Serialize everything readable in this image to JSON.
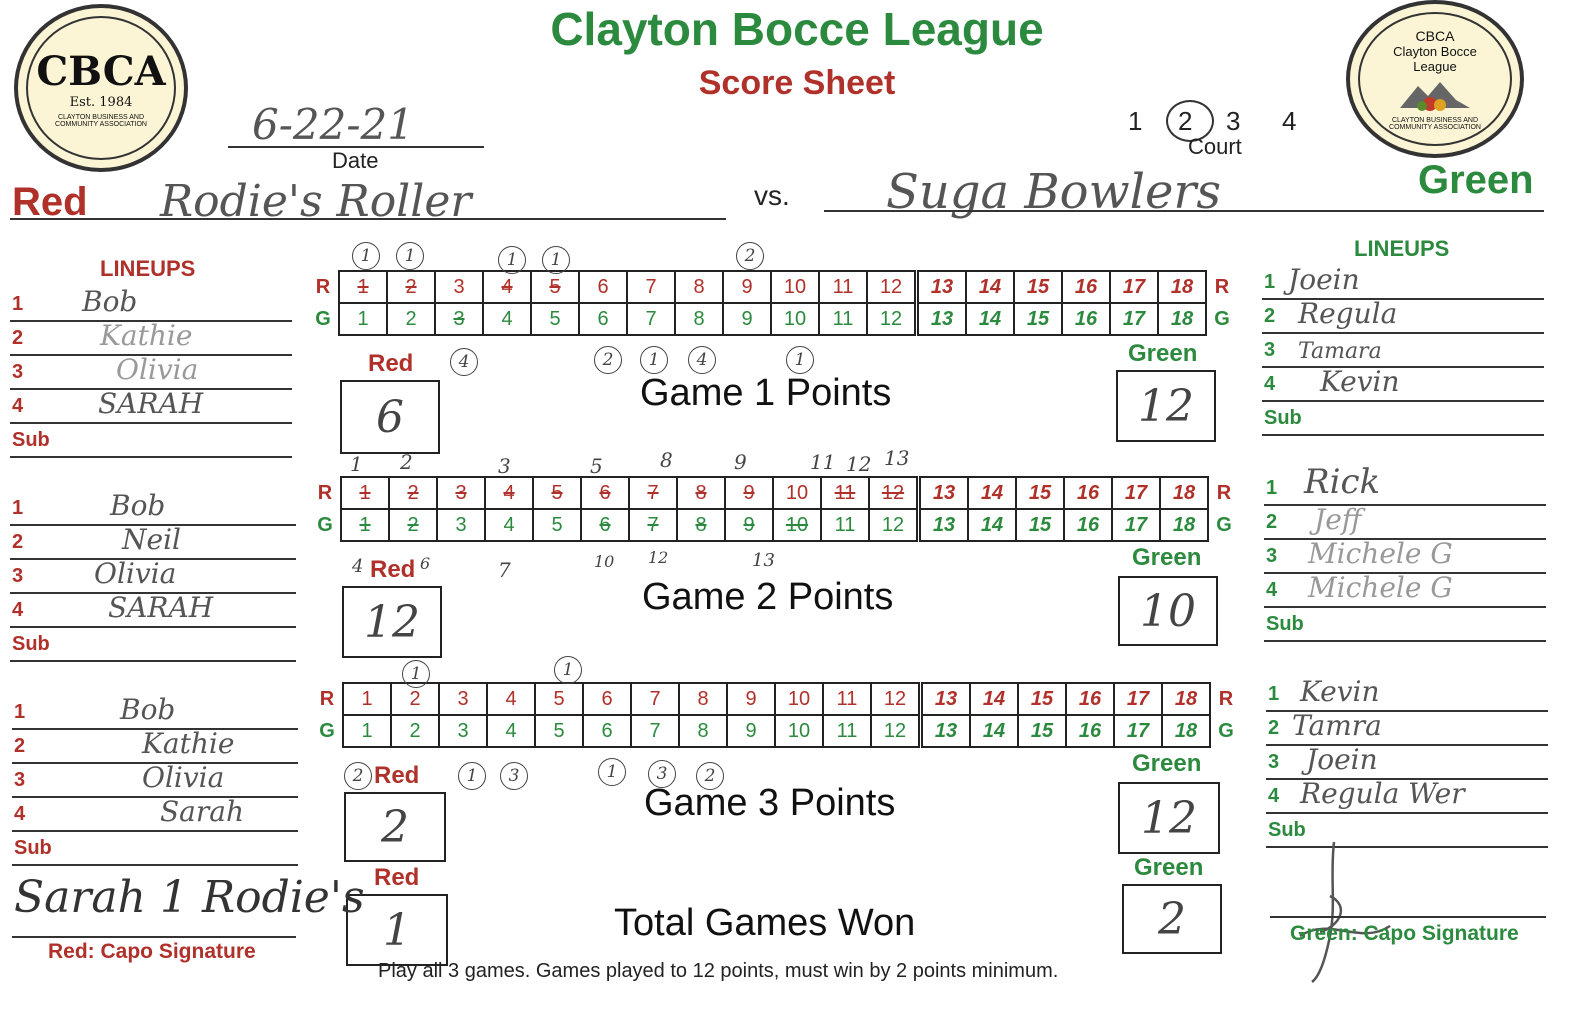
{
  "header": {
    "title": "Clayton Bocce League",
    "subtitle": "Score Sheet",
    "date_value": "6-22-21",
    "date_label": "Date",
    "court_options": [
      "1",
      "2",
      "3",
      "4"
    ],
    "court_selected": "2",
    "court_label": "Court"
  },
  "logo_left": {
    "name": "CBCA",
    "est": "Est. 1984",
    "ring_text": "CLAYTON BUSINESS AND COMMUNITY ASSOCIATION"
  },
  "logo_right": {
    "line1": "CBCA",
    "line2": "Clayton Bocce",
    "line3": "League",
    "ring_text": "CLAYTON BUSINESS AND COMMUNITY ASSOCIATION"
  },
  "teams": {
    "red_label": "Red",
    "red_name": "Rodie's Roller",
    "vs": "vs.",
    "green_label": "Green",
    "green_name": "Suga Bowlers"
  },
  "lineups_label": "LINEUPS",
  "row_labels": {
    "r": "R",
    "g": "G"
  },
  "numbers": [
    "1",
    "2",
    "3",
    "4",
    "5",
    "6",
    "7",
    "8",
    "9",
    "10",
    "11",
    "12",
    "13",
    "14",
    "15",
    "16",
    "17",
    "18"
  ],
  "games": [
    {
      "label": "Game 1 Points",
      "red_lineup": [
        {
          "num": "1",
          "name": "Bob"
        },
        {
          "num": "2",
          "name": "Kathie"
        },
        {
          "num": "3",
          "name": "Olivia"
        },
        {
          "num": "4",
          "name": "SARAH"
        },
        {
          "num": "Sub",
          "name": ""
        }
      ],
      "green_lineup": [
        {
          "num": "1",
          "name": "Joein"
        },
        {
          "num": "2",
          "name": "Regula"
        },
        {
          "num": "3",
          "name": "Tamara"
        },
        {
          "num": "4",
          "name": "Kevin"
        },
        {
          "num": "Sub",
          "name": ""
        }
      ],
      "red_box_label": "Red",
      "green_box_label": "Green",
      "red_points": "6",
      "green_points": "12"
    },
    {
      "label": "Game 2 Points",
      "red_lineup": [
        {
          "num": "1",
          "name": "Bob"
        },
        {
          "num": "2",
          "name": "Neil"
        },
        {
          "num": "3",
          "name": "Olivia"
        },
        {
          "num": "4",
          "name": "SARAH"
        },
        {
          "num": "Sub",
          "name": ""
        }
      ],
      "green_lineup": [
        {
          "num": "1",
          "name": "Rick"
        },
        {
          "num": "2",
          "name": "Jeff"
        },
        {
          "num": "3",
          "name": "Michele G"
        },
        {
          "num": "4",
          "name": "Michele G"
        },
        {
          "num": "Sub",
          "name": ""
        }
      ],
      "red_box_label": "Red",
      "green_box_label": "Green",
      "red_points": "12",
      "green_points": "10"
    },
    {
      "label": "Game 3 Points",
      "red_lineup": [
        {
          "num": "1",
          "name": "Bob"
        },
        {
          "num": "2",
          "name": "Kathie"
        },
        {
          "num": "3",
          "name": "Olivia"
        },
        {
          "num": "4",
          "name": "Sarah"
        },
        {
          "num": "Sub",
          "name": ""
        }
      ],
      "green_lineup": [
        {
          "num": "1",
          "name": "Kevin"
        },
        {
          "num": "2",
          "name": "Tamra"
        },
        {
          "num": "3",
          "name": "Joein"
        },
        {
          "num": "4",
          "name": "Regula Wer"
        },
        {
          "num": "Sub",
          "name": ""
        }
      ],
      "red_box_label": "Red",
      "green_box_label": "Green",
      "red_points": "2",
      "green_points": "12"
    }
  ],
  "totals": {
    "label": "Total Games Won",
    "red_label": "Red",
    "green_label": "Green",
    "red_won": "1",
    "green_won": "2",
    "red_signature_label": "Red: Capo Signature",
    "green_signature_label": "Green: Capo Signature",
    "red_signature": "Sarah 1 Rodie's"
  },
  "handwritten_marks": {
    "g1_top": [
      "1",
      "1",
      "1",
      "1",
      "2"
    ],
    "g1_bottom": [
      "4",
      "2",
      "1",
      "4",
      "1"
    ],
    "g2_top": [
      "1",
      "2",
      "3",
      "5",
      "8",
      "9",
      "11",
      "12",
      "13"
    ],
    "g2_bottom": [
      "4",
      "6",
      "7",
      "10",
      "12",
      "13"
    ],
    "g3_top": [
      "1",
      "1"
    ],
    "g3_bottom": [
      "2",
      "1",
      "3",
      "1",
      "3",
      "2"
    ]
  },
  "footer": "Play all 3 games. Games played to 12 points, must win by 2 points minimum."
}
